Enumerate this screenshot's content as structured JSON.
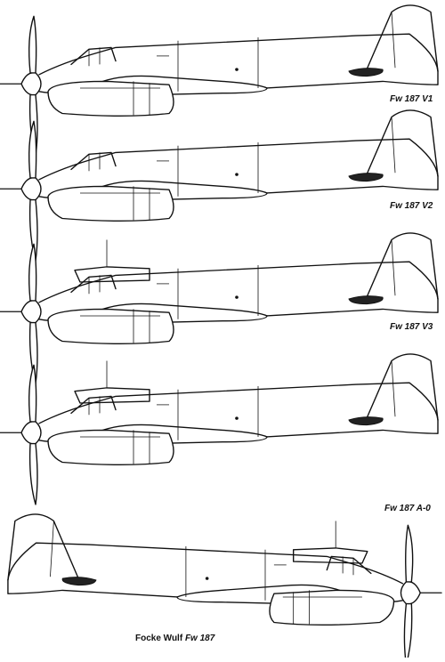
{
  "labels": {
    "v1": "Fw 187 V1",
    "v2": "Fw 187 V2",
    "v3": "Fw 187 V3",
    "a0": "Fw 187 A-0"
  },
  "caption": {
    "maker": "Focke Wulf",
    "model": "Fw 187"
  }
}
